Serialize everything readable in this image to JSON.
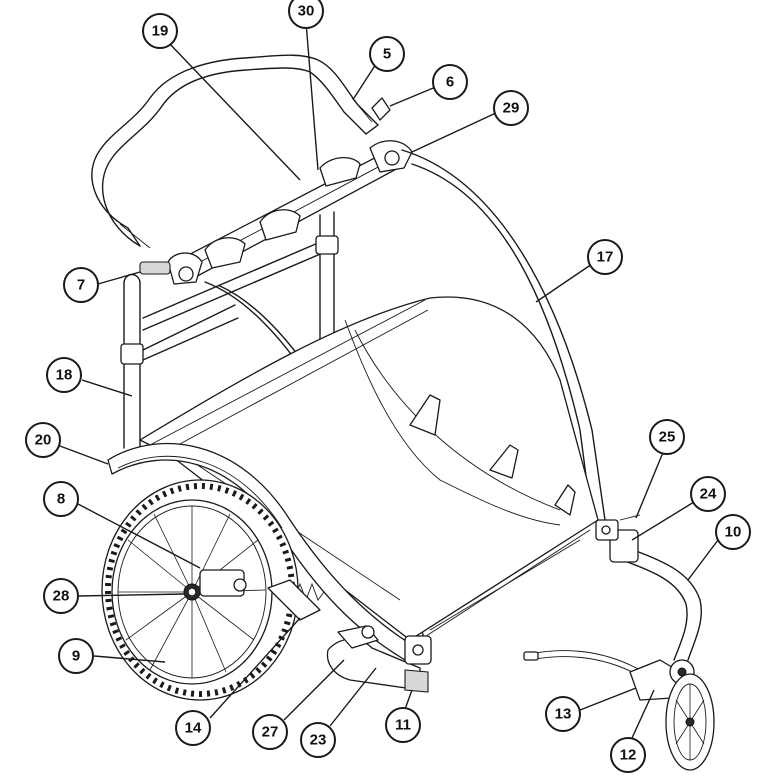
{
  "diagram": {
    "callouts": [
      {
        "id": "c30",
        "label": "30"
      },
      {
        "id": "c19",
        "label": "19"
      },
      {
        "id": "c5",
        "label": "5"
      },
      {
        "id": "c6",
        "label": "6"
      },
      {
        "id": "c29",
        "label": "29"
      },
      {
        "id": "c17",
        "label": "17"
      },
      {
        "id": "c7",
        "label": "7"
      },
      {
        "id": "c18",
        "label": "18"
      },
      {
        "id": "c20",
        "label": "20"
      },
      {
        "id": "c25",
        "label": "25"
      },
      {
        "id": "c24",
        "label": "24"
      },
      {
        "id": "c10",
        "label": "10"
      },
      {
        "id": "c8",
        "label": "8"
      },
      {
        "id": "c28",
        "label": "28"
      },
      {
        "id": "c9",
        "label": "9"
      },
      {
        "id": "c13",
        "label": "13"
      },
      {
        "id": "c14",
        "label": "14"
      },
      {
        "id": "c27",
        "label": "27"
      },
      {
        "id": "c23",
        "label": "23"
      },
      {
        "id": "c11",
        "label": "11"
      },
      {
        "id": "c12",
        "label": "12"
      }
    ]
  }
}
